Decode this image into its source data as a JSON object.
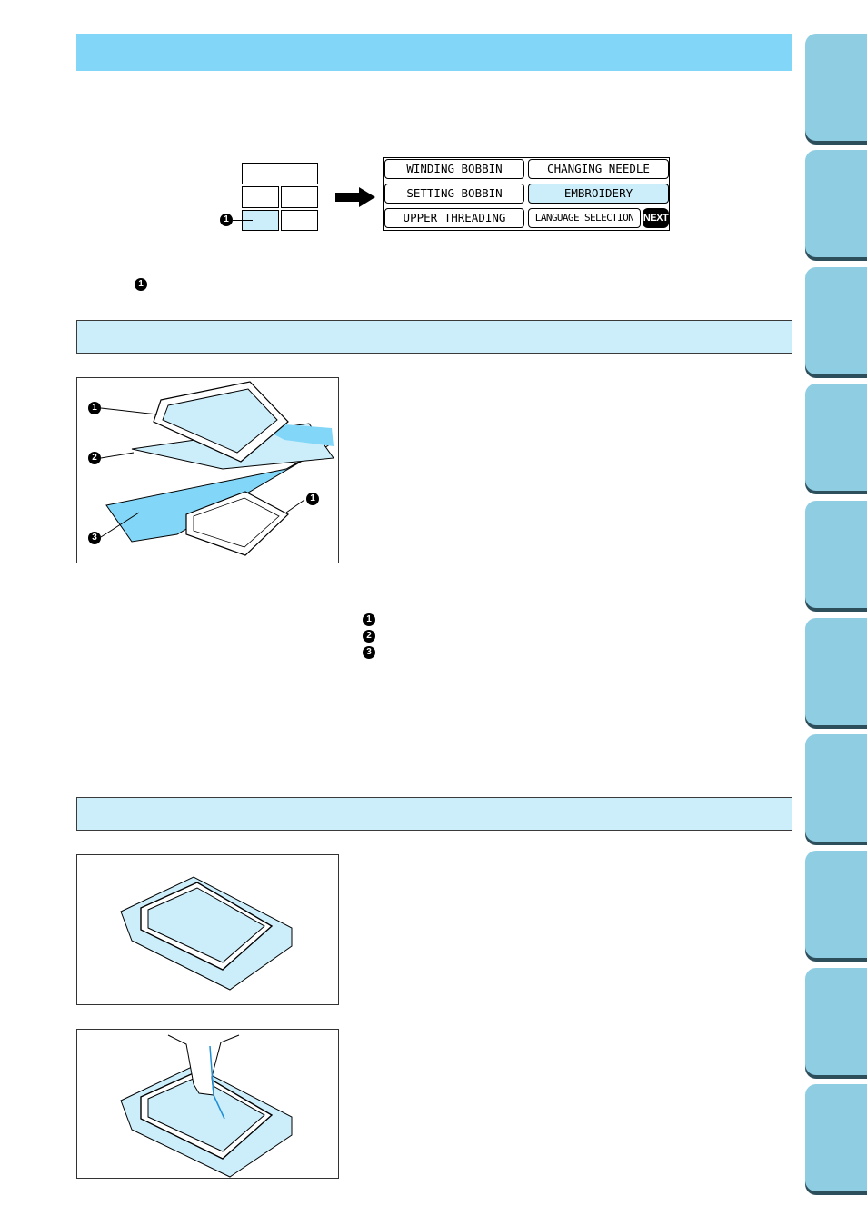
{
  "lcd": {
    "buttons": [
      "WINDING BOBBIN",
      "CHANGING NEEDLE",
      "SETTING BOBBIN",
      "EMBROIDERY",
      "UPPER THREADING",
      "LANGUAGE SELECTION"
    ],
    "next_label": "NEXT",
    "active_button": "EMBROIDERY"
  },
  "markers": {
    "one": "1",
    "two": "2",
    "three": "3"
  },
  "colors": {
    "title_bar": "#82d6f7",
    "section_bar": "#cceefb",
    "tab": "#8fcde3",
    "fabric": "#82d6f7"
  },
  "side_tabs": 10
}
